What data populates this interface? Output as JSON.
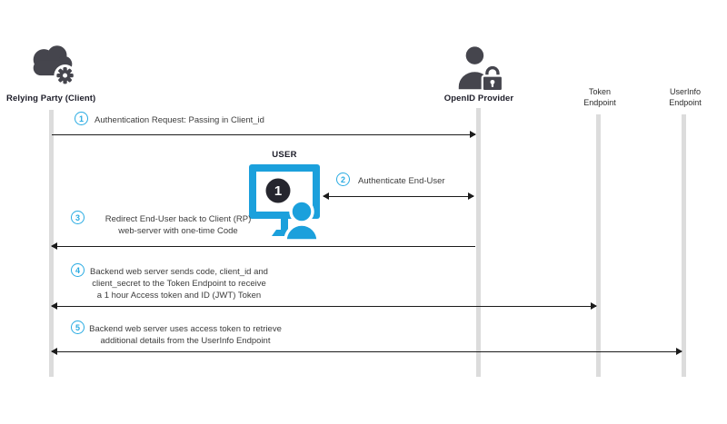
{
  "actors": {
    "relying_party": {
      "label": "Relying Party (Client)",
      "icon": "cloud-gear-icon"
    },
    "openid_provider": {
      "label": "OpenID Provider",
      "icon": "user-lock-icon"
    },
    "token_endpoint": {
      "lines": [
        "Token",
        "Endpoint"
      ]
    },
    "userinfo_endpoint": {
      "lines": [
        "UserInfo",
        "Endpoint"
      ]
    }
  },
  "user": {
    "label": "USER",
    "badge": "1",
    "icon": "monitor-user-icon"
  },
  "steps": [
    {
      "num": "1",
      "lines": [
        "Authentication Request: Passing in Client_id"
      ]
    },
    {
      "num": "2",
      "lines": [
        "Authenticate End-User"
      ]
    },
    {
      "num": "3",
      "lines": [
        "Redirect End-User back to Client (RP)",
        "web-server with one-time Code"
      ]
    },
    {
      "num": "4",
      "lines": [
        "Backend web server sends code, client_id and",
        "client_secret to the Token Endpoint to receive",
        "a 1 hour Access token and ID (JWT) Token"
      ]
    },
    {
      "num": "5",
      "lines": [
        "Backend web server uses access token to retrieve",
        "additional details from the UserInfo Endpoint"
      ]
    }
  ],
  "colors": {
    "accent_cyan": "#29ABE2",
    "monitor_cyan": "#1BA0DC",
    "icon_dark": "#45454D",
    "badge_dark": "#26262E",
    "lifeline_gray": "#DCDCDC",
    "arrow_black": "#1B1B1B"
  }
}
